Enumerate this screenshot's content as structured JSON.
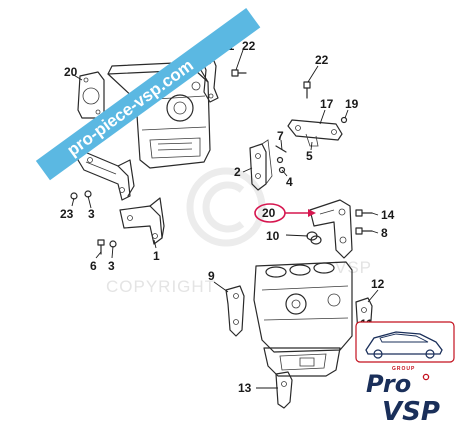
{
  "watermark": {
    "banner": "pro-piece-vsp.com",
    "copyright": "COPYRIGHT",
    "copyright_tail": "VSP"
  },
  "callouts": [
    {
      "id": "c20a",
      "label": "20"
    },
    {
      "id": "c21",
      "label": "21"
    },
    {
      "id": "c22a",
      "label": "22"
    },
    {
      "id": "c22b",
      "label": "22"
    },
    {
      "id": "c17",
      "label": "17"
    },
    {
      "id": "c19",
      "label": "19"
    },
    {
      "id": "c7",
      "label": "7"
    },
    {
      "id": "c5",
      "label": "5"
    },
    {
      "id": "c2",
      "label": "2"
    },
    {
      "id": "c4",
      "label": "4"
    },
    {
      "id": "c23",
      "label": "23"
    },
    {
      "id": "c3a",
      "label": "3"
    },
    {
      "id": "c6",
      "label": "6"
    },
    {
      "id": "c3b",
      "label": "3"
    },
    {
      "id": "c1",
      "label": "1"
    },
    {
      "id": "c20b",
      "label": "20"
    },
    {
      "id": "c10",
      "label": "10"
    },
    {
      "id": "c14",
      "label": "14"
    },
    {
      "id": "c8",
      "label": "8"
    },
    {
      "id": "c9",
      "label": "9"
    },
    {
      "id": "c12",
      "label": "12"
    },
    {
      "id": "c13",
      "label": "13"
    },
    {
      "id": "c11",
      "label": "11"
    }
  ],
  "brand": {
    "group": "GROUP",
    "pro": "Pro",
    "vsp": "VSP",
    "accent_color": "#c3101e",
    "primary_color": "#1a2f5a"
  },
  "colors": {
    "banner": "#5bb8e2",
    "highlight": "#d6164f"
  }
}
